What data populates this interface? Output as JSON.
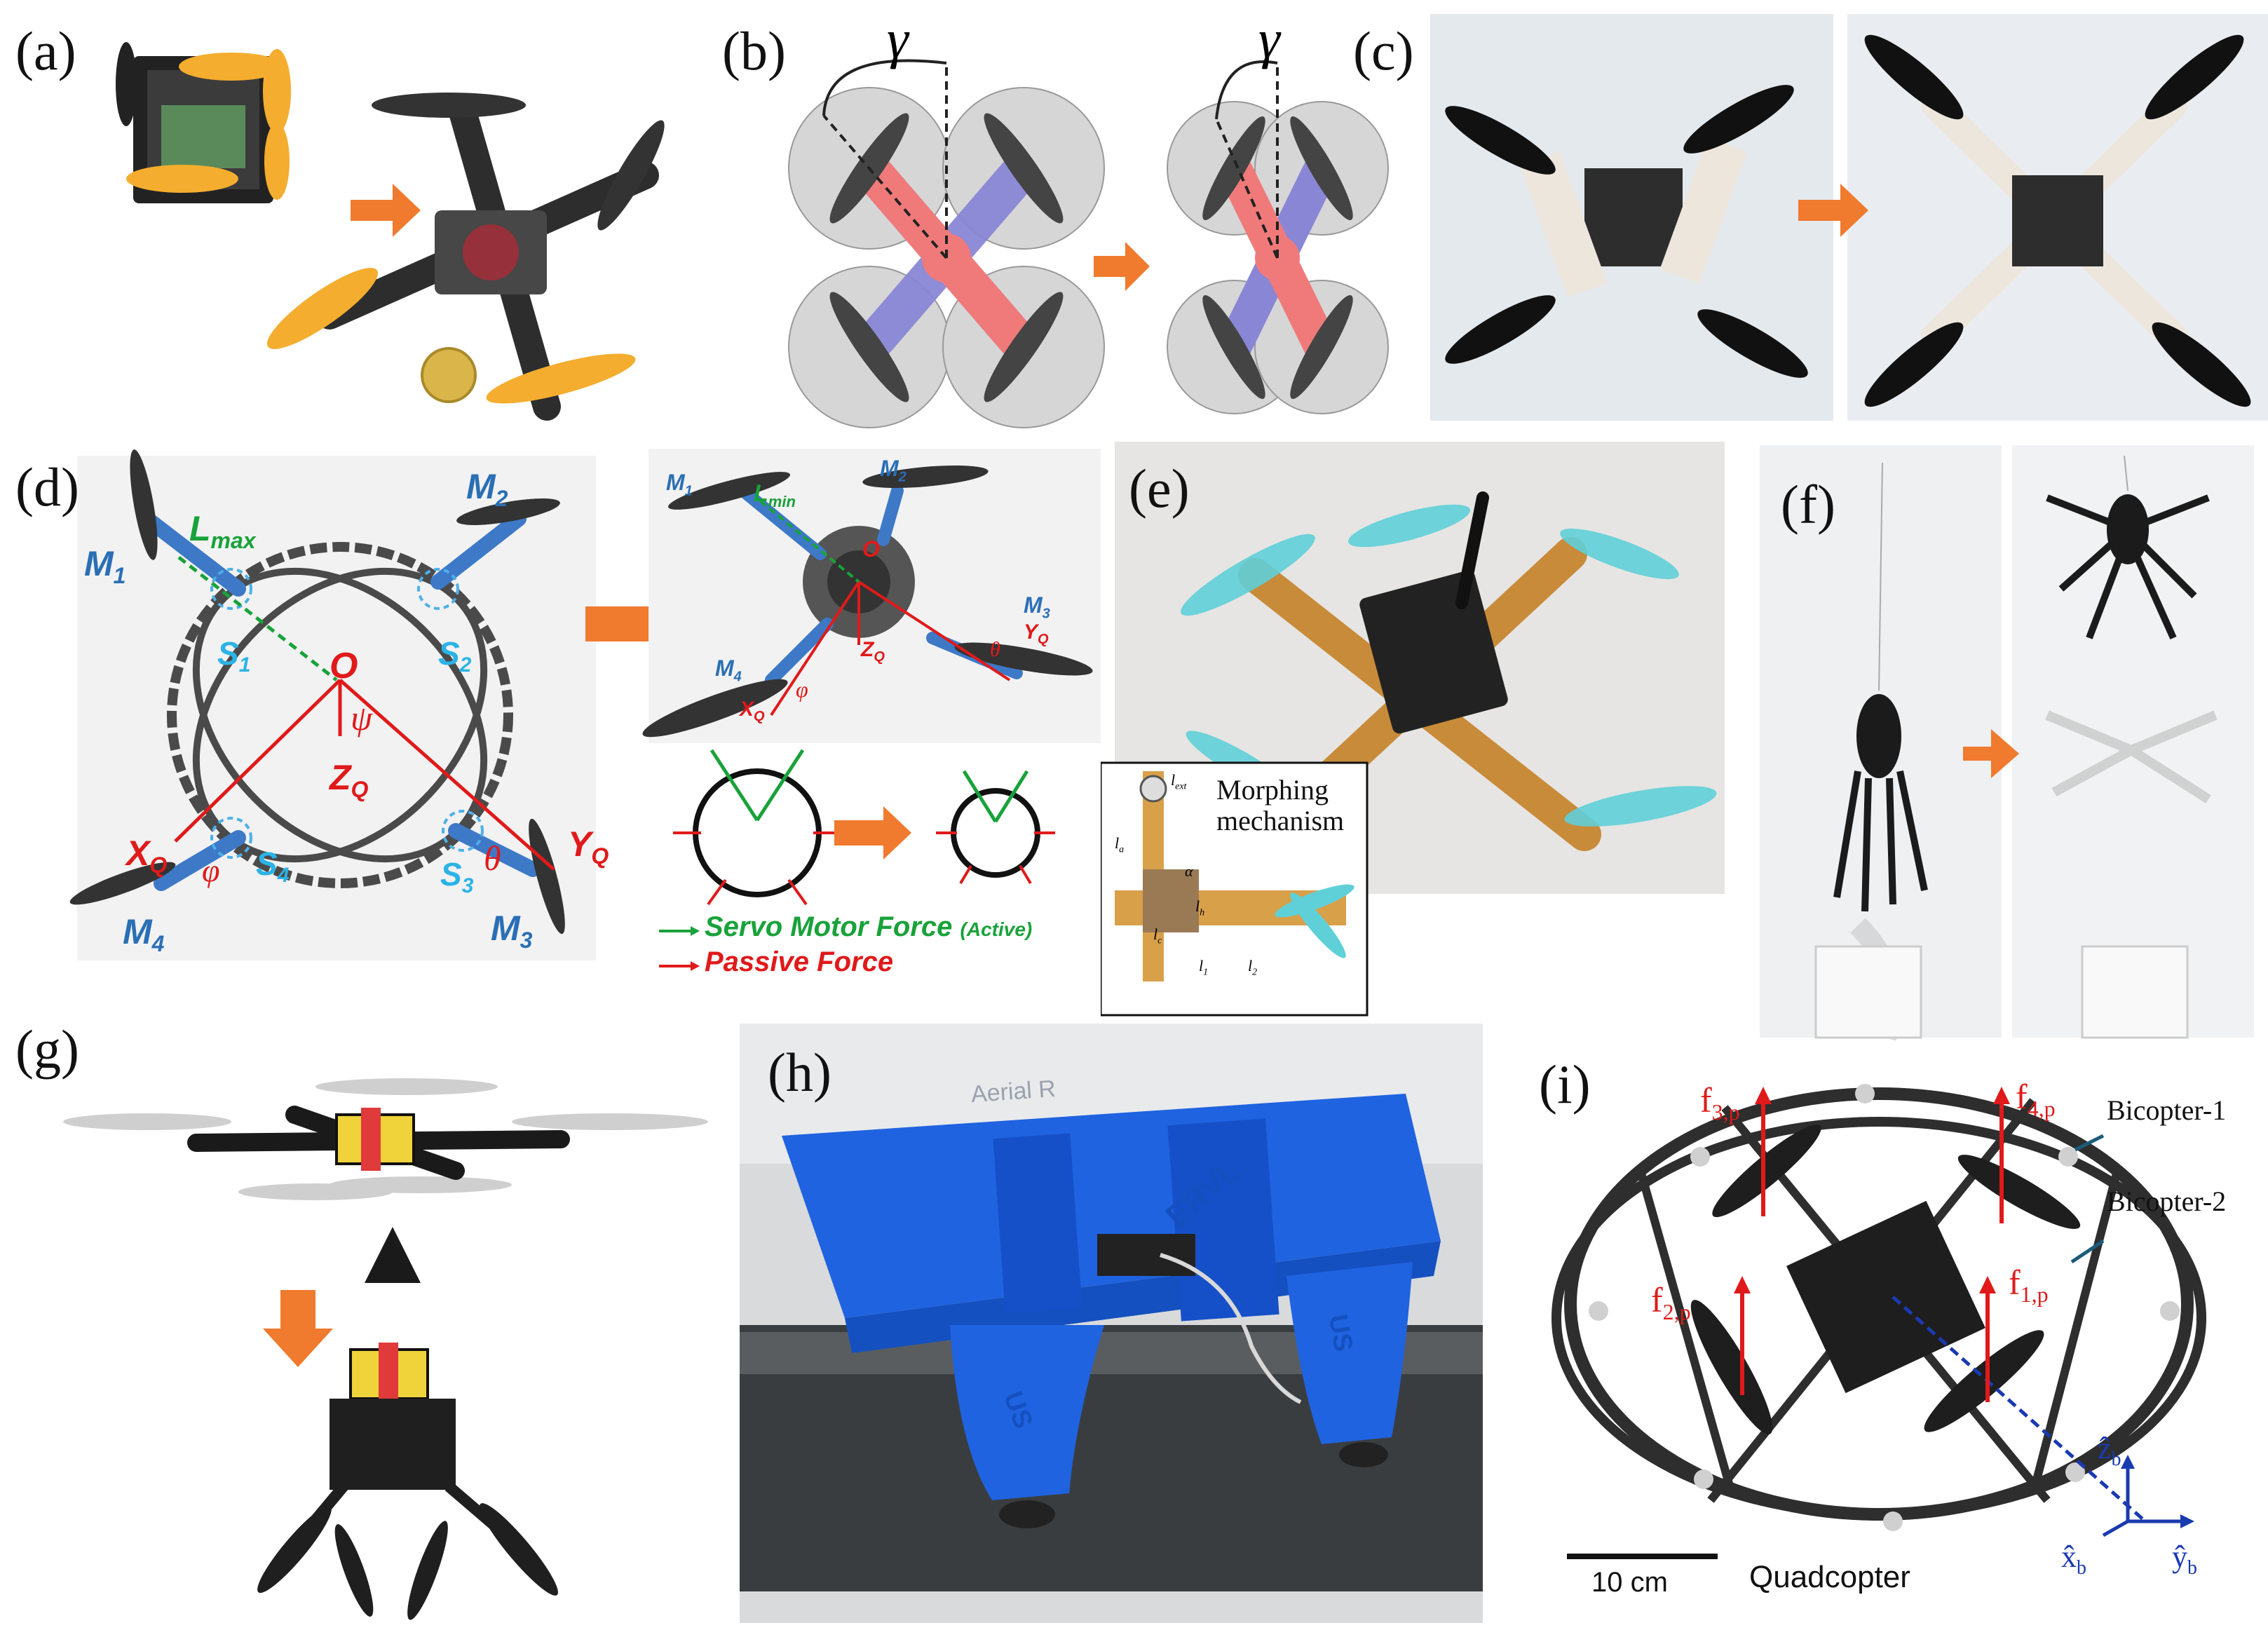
{
  "colors": {
    "arrow_orange": "#f07a2e",
    "force_red": "#e01a1a",
    "servo_green": "#19a23a",
    "label_blue": "#2a6fb5",
    "cyan_label": "#2bb3e6",
    "arm_red": "#f07a7a",
    "arm_blue": "#8a86d6",
    "drone_blue": "#1f63e0"
  },
  "panels": {
    "a": {
      "label": "(a)"
    },
    "b": {
      "label": "(b)",
      "angle_symbol_1": "γ",
      "angle_symbol_2": "γ"
    },
    "c": {
      "label": "(c)"
    },
    "d": {
      "label": "(d)",
      "m1": "M",
      "m1_sub": "1",
      "m2": "M",
      "m2_sub": "2",
      "m3": "M",
      "m3_sub": "3",
      "m4": "M",
      "m4_sub": "4",
      "lmax": "L",
      "lmax_sub": "max",
      "s1": "S",
      "s1_sub": "1",
      "s2": "S",
      "s2_sub": "2",
      "s3": "S",
      "s3_sub": "3",
      "s4": "S",
      "s4_sub": "4",
      "o": "O",
      "psi": "ψ",
      "zq": "Z",
      "zq_sub": "Q",
      "xq": "X",
      "xq_sub": "Q",
      "yq": "Y",
      "yq_sub": "Q",
      "theta": "θ",
      "phi": "φ",
      "lmin": "L",
      "lmin_sub": "min",
      "servo_text": "Servo Motor Force",
      "servo_note": "(Active)",
      "passive_text": "Passive Force"
    },
    "e": {
      "label": "(e)",
      "inset_title_1": "Morphing",
      "inset_title_2": "mechanism",
      "l_ext": "l",
      "l_ext_sub": "ext",
      "l_a": "l",
      "l_a_sub": "a",
      "l_c": "l",
      "l_c_sub": "c",
      "l_h": "l",
      "l_h_sub": "h",
      "l_1": "l",
      "l_1_sub": "1",
      "l_2": "l",
      "l_2_sub": "2",
      "alpha": "α"
    },
    "f": {
      "label": "(f)"
    },
    "g": {
      "label": "(g)"
    },
    "h": {
      "label": "(h)",
      "stamp_1": "ERVL",
      "stamp_2": "US",
      "stamp_3": "US",
      "stamp_4": "Aerial R"
    },
    "i": {
      "label": "(i)",
      "f3": "f",
      "f3_sub": "3,p",
      "f4": "f",
      "f4_sub": "4,p",
      "f2": "f",
      "f2_sub": "2,p",
      "f1": "f",
      "f1_sub": "1,p",
      "bicopter1": "Bicopter-1",
      "bicopter2": "Bicopter-2",
      "zb": "ẑ",
      "zb_sub": "b",
      "xb": "x̂",
      "xb_sub": "b",
      "yb": "ŷ",
      "yb_sub": "b",
      "scale": "10 cm",
      "quadcopter": "Quadcopter"
    }
  }
}
